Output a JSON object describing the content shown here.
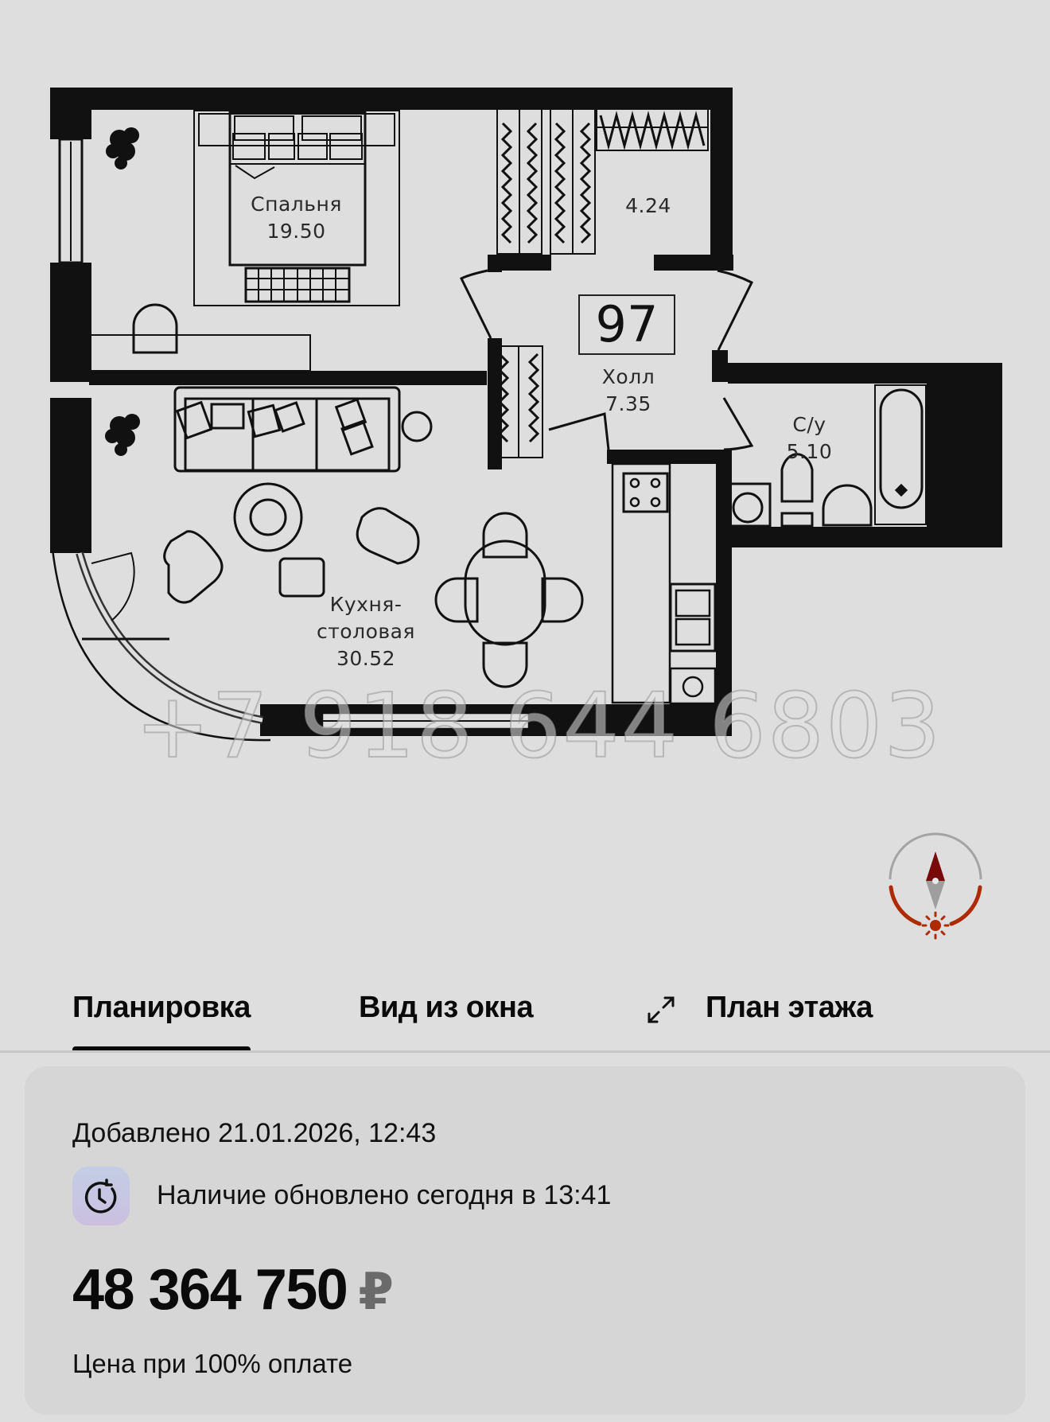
{
  "floor_plan": {
    "apartment_number": "97",
    "rooms": [
      {
        "name": "Спальня",
        "area": "19.50"
      },
      {
        "name": "",
        "area": "4.24"
      },
      {
        "name": "Холл",
        "area": "7.35"
      },
      {
        "name": "С/у",
        "area": "5.10"
      },
      {
        "name": "Кухня-\nстоловая",
        "name_line1": "Кухня-",
        "name_line2": "столовая",
        "area": "30.52"
      }
    ],
    "watermark": "+7 918 644 6803",
    "compass": {
      "icon": "compass-icon",
      "needle_north_color": "#7a0a0a",
      "needle_south_color": "#9e9e9e",
      "sun_arc_color": "#b02a00"
    }
  },
  "tabs": [
    {
      "label": "Планировка",
      "active": true
    },
    {
      "label": "Вид из окна",
      "active": false
    },
    {
      "label": "План этажа",
      "active": false,
      "icon": "expand-icon"
    }
  ],
  "info": {
    "added": "Добавлено 21.01.2026, 12:43",
    "availability": {
      "icon": "clock-refresh-icon",
      "text": "Наличие обновлено сегодня в 13:41"
    },
    "price": {
      "value": "48 364 750",
      "currency": "₽"
    },
    "price_note": "Цена при 100% оплате"
  },
  "colors": {
    "background": "#dedede",
    "card": "#d6d6d6",
    "text": "#0a0a0a",
    "wall": "#111111",
    "accent_red": "#b02a00"
  }
}
